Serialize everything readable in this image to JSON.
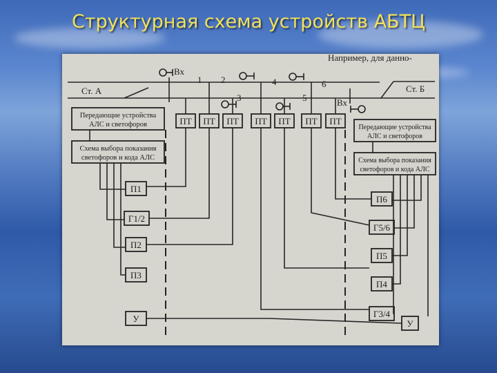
{
  "slide": {
    "title": "Структурная схема устройств АБТЦ"
  },
  "diagram": {
    "top_text": "Например, для данно-",
    "station_a": "Ст. А",
    "station_b": "Ст. Б",
    "input_label": "Вх",
    "section_numbers": [
      "1",
      "2",
      "3",
      "4",
      "5",
      "6"
    ],
    "pt_label": "ПТ",
    "left_transmit": [
      "Передающие устройства",
      "АЛС и светофоров"
    ],
    "left_select": [
      "Схема выбора показания",
      "светофоров и кода АЛС"
    ],
    "right_transmit": [
      "Передающие устройства",
      "АЛС и светофоров"
    ],
    "right_select": [
      "Схема выбора показания",
      "светофоров и кода АЛС"
    ],
    "left_boxes": [
      "П1",
      "Г1/2",
      "П2",
      "П3",
      "У"
    ],
    "right_boxes": [
      "П6",
      "Г5/6",
      "П5",
      "П4",
      "Г3/4",
      "У"
    ]
  }
}
